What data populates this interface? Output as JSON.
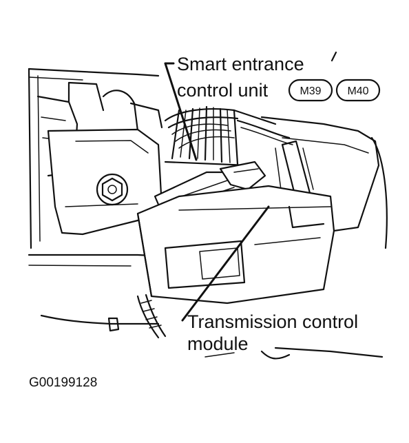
{
  "labels": {
    "smart_entrance_line1": "Smart entrance",
    "smart_entrance_line2": "control unit",
    "tcm_line1": "Transmission control",
    "tcm_line2": "module"
  },
  "connectors": [
    {
      "id": "M39"
    },
    {
      "id": "M40"
    }
  ],
  "figure_id": "G00199128",
  "colors": {
    "ink": "#111111",
    "background": "#ffffff"
  }
}
